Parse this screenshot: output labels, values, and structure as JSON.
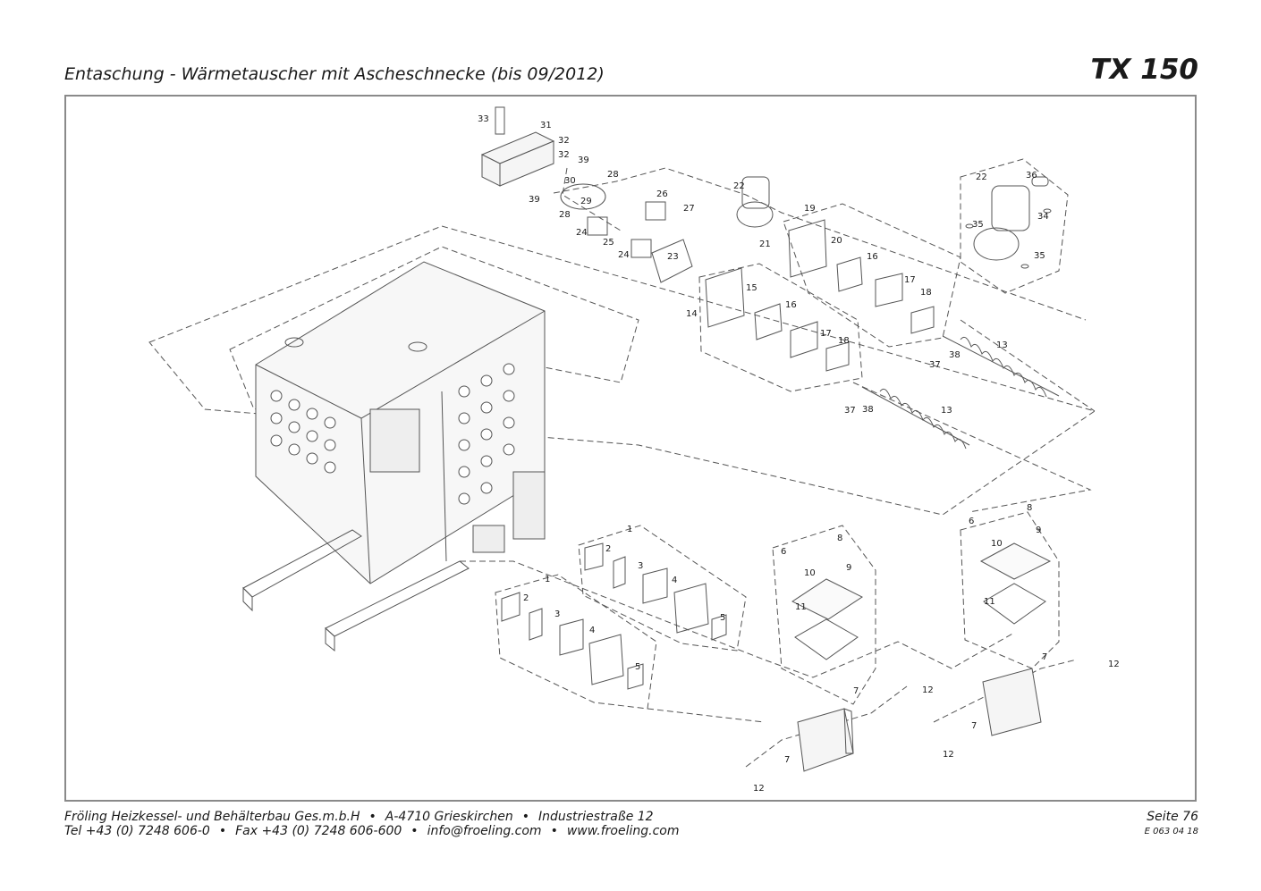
{
  "header": {
    "title": "Entaschung - Wärmetauscher mit Ascheschnecke (bis 09/2012)",
    "model": "TX 150"
  },
  "footer": {
    "company": "Fröling Heizkessel- und Behälterbau Ges.m.b.H",
    "address": "A-4710 Grieskirchen",
    "street": "Industriestraße 12",
    "tel": "Tel +43 (0) 7248 606-0",
    "fax": "Fax +43 (0) 7248 606-600",
    "email": "info@froeling.com",
    "web": "www.froeling.com",
    "page": "Seite 76",
    "doc_number": "E 063 04 18"
  },
  "callouts": [
    "33",
    "31",
    "32",
    "32",
    "39",
    "28",
    "30",
    "29",
    "28",
    "39",
    "24",
    "25",
    "24",
    "26",
    "27",
    "23",
    "22",
    "21",
    "19",
    "20",
    "16",
    "17",
    "18",
    "15",
    "14",
    "16",
    "17",
    "18",
    "13",
    "38",
    "37",
    "13",
    "38",
    "37",
    "22",
    "36",
    "34",
    "35",
    "35",
    "1",
    "2",
    "3",
    "4",
    "5",
    "1",
    "2",
    "3",
    "4",
    "5",
    "6",
    "8",
    "10",
    "9",
    "11",
    "7",
    "12",
    "7",
    "12",
    "6",
    "8",
    "10",
    "9",
    "11",
    "7",
    "12",
    "7",
    "12"
  ]
}
